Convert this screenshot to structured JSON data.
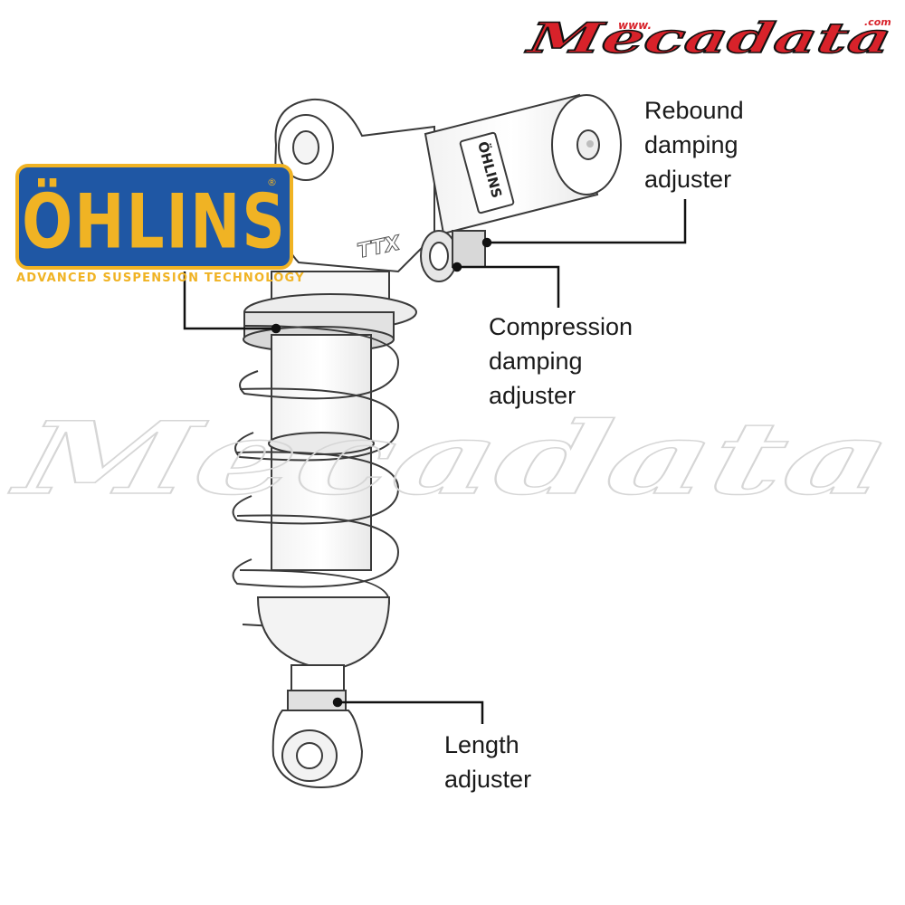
{
  "watermark": {
    "brand": "Mecadata",
    "url_prefix": "www.",
    "url_suffix": ".com"
  },
  "logo": {
    "wordmark": "ÖHLINS",
    "registered": "®",
    "tagline": "ADVANCED SUSPENSION TECHNOLOGY",
    "colors": {
      "blue": "#1f57a4",
      "gold": "#f0b324"
    }
  },
  "product_marks": {
    "body_text": "TTX",
    "reservoir_text": "ÖHLINS"
  },
  "callouts": {
    "rebound": [
      "Rebound",
      "damping",
      "adjuster"
    ],
    "compression": [
      "Compression",
      "damping",
      "adjuster"
    ],
    "length": [
      "Length",
      "adjuster"
    ]
  },
  "colors": {
    "leader": "#111111",
    "outline": "#3a3a3a",
    "watermark_red": "#d8222a",
    "text": "#1a1a1a"
  }
}
